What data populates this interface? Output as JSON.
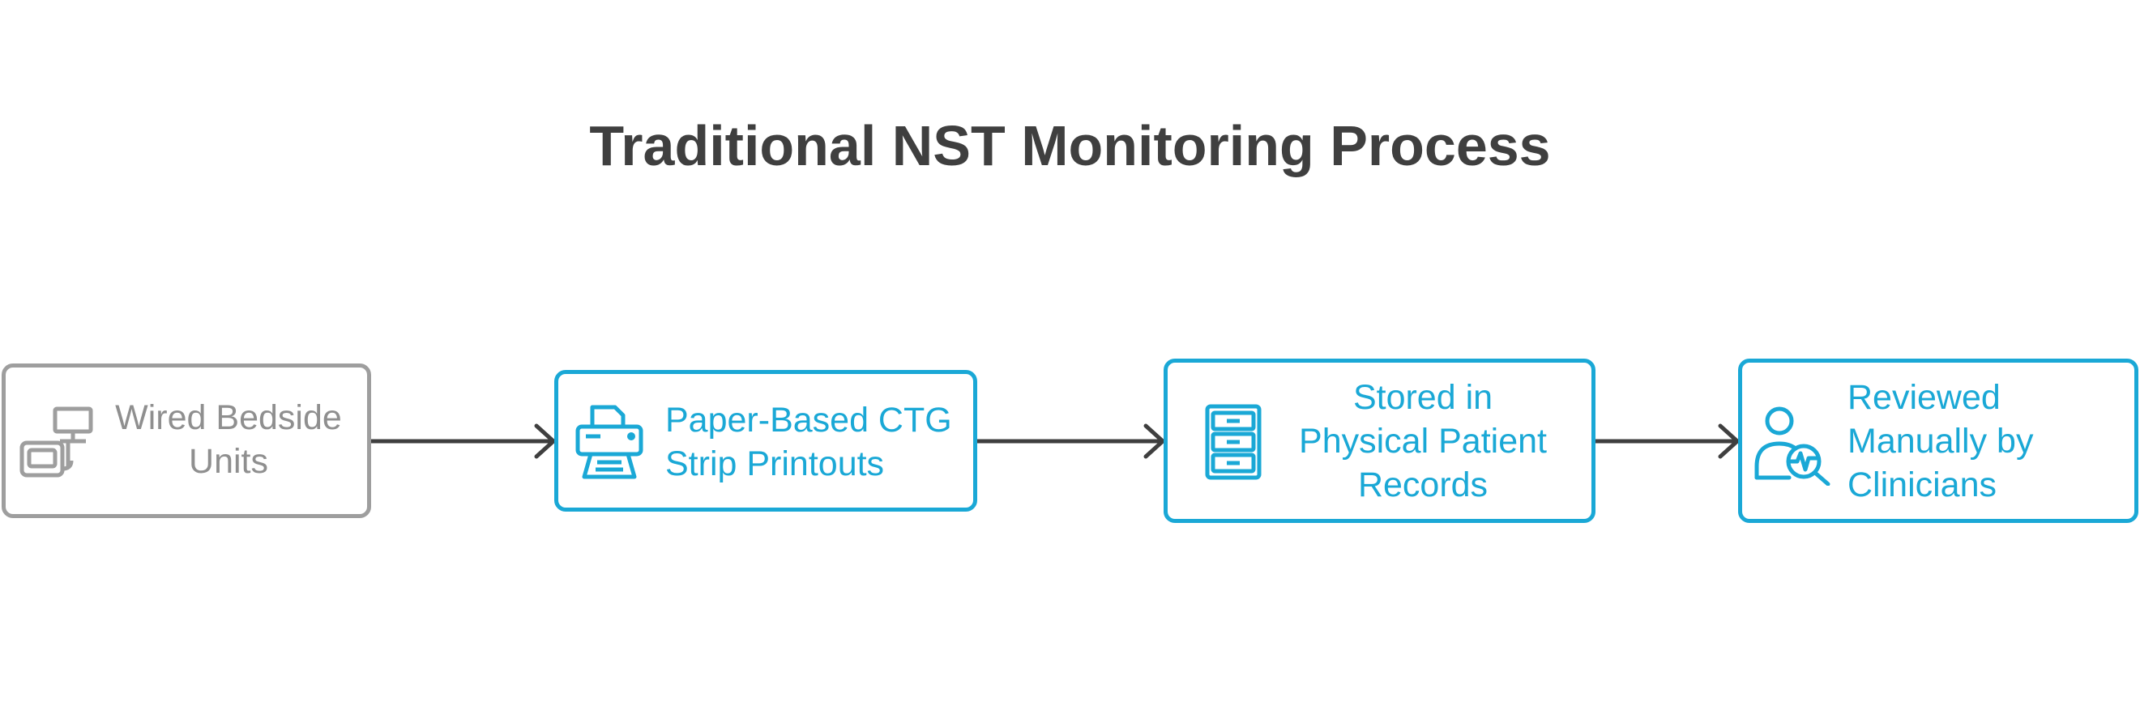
{
  "title": "Traditional NST Monitoring Process",
  "colors": {
    "active": "#1aa8d6",
    "inactive": "#9e9e9e",
    "title": "#3f3f3f",
    "arrow": "#3f3f3f"
  },
  "steps": [
    {
      "lines": [
        "Wired Bedside",
        "Units"
      ],
      "icon": "monitor-device-icon",
      "state": "inactive"
    },
    {
      "lines": [
        "Paper-Based CTG",
        "Strip Printouts"
      ],
      "icon": "printer-icon",
      "state": "active"
    },
    {
      "lines": [
        "Stored in",
        "Physical Patient",
        "Records"
      ],
      "icon": "file-cabinet-icon",
      "state": "active"
    },
    {
      "lines": [
        "Reviewed",
        "Manually by",
        "Clinicians"
      ],
      "icon": "clinician-review-icon",
      "state": "active"
    }
  ]
}
